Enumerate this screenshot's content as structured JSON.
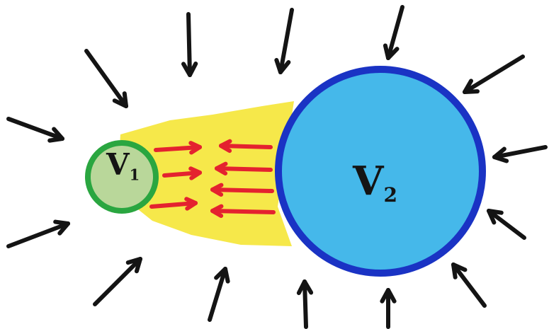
{
  "circles": {
    "small": {
      "letter": "V",
      "subscript": "1",
      "fill": "#b9d79a",
      "stroke": "#2aa640"
    },
    "large": {
      "letter": "V",
      "subscript": "2",
      "fill": "#45b8ea",
      "stroke": "#1a33c4"
    }
  },
  "colors": {
    "cone": "#f6e84a",
    "flow_arrow": "#e4222f",
    "outer_arrow": "#141414"
  }
}
